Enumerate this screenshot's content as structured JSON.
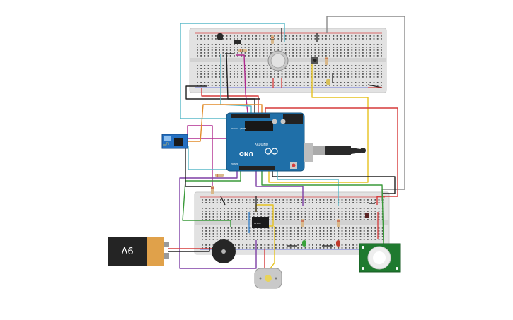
{
  "arduino": {
    "brand": "UNO",
    "model": "ARDUINO",
    "power_label": "POWER",
    "analog_label": "ANALOG IN",
    "digital_label": "DIGITAL (PWM~)"
  },
  "battery": {
    "label": "9V"
  },
  "components": {
    "breadboard_top": "breadboard",
    "breadboard_bottom": "breadboard",
    "wifi_module": "wifi module",
    "buzzer": "piezo buzzer",
    "motor": "dc motor",
    "pir_sensor": "pir sensor",
    "gas_sensor": "gas sensor",
    "relay_ic": "motor driver ic"
  },
  "colors": {
    "board_blue": "#1f6fa8",
    "breadboard": "#e4e4e4",
    "wire_red": "#d63a3a",
    "wire_black": "#222222",
    "wire_cyan": "#58b8c8",
    "wire_yellow": "#e6c21f",
    "wire_magenta": "#b02a8f",
    "wire_orange": "#e28c2a",
    "wire_green": "#3a9a3a",
    "wire_purple": "#7e3fa6",
    "wire_gray": "#8a8a8a",
    "pir_green": "#1f7a2f",
    "battery_orange": "#e0a14a"
  }
}
